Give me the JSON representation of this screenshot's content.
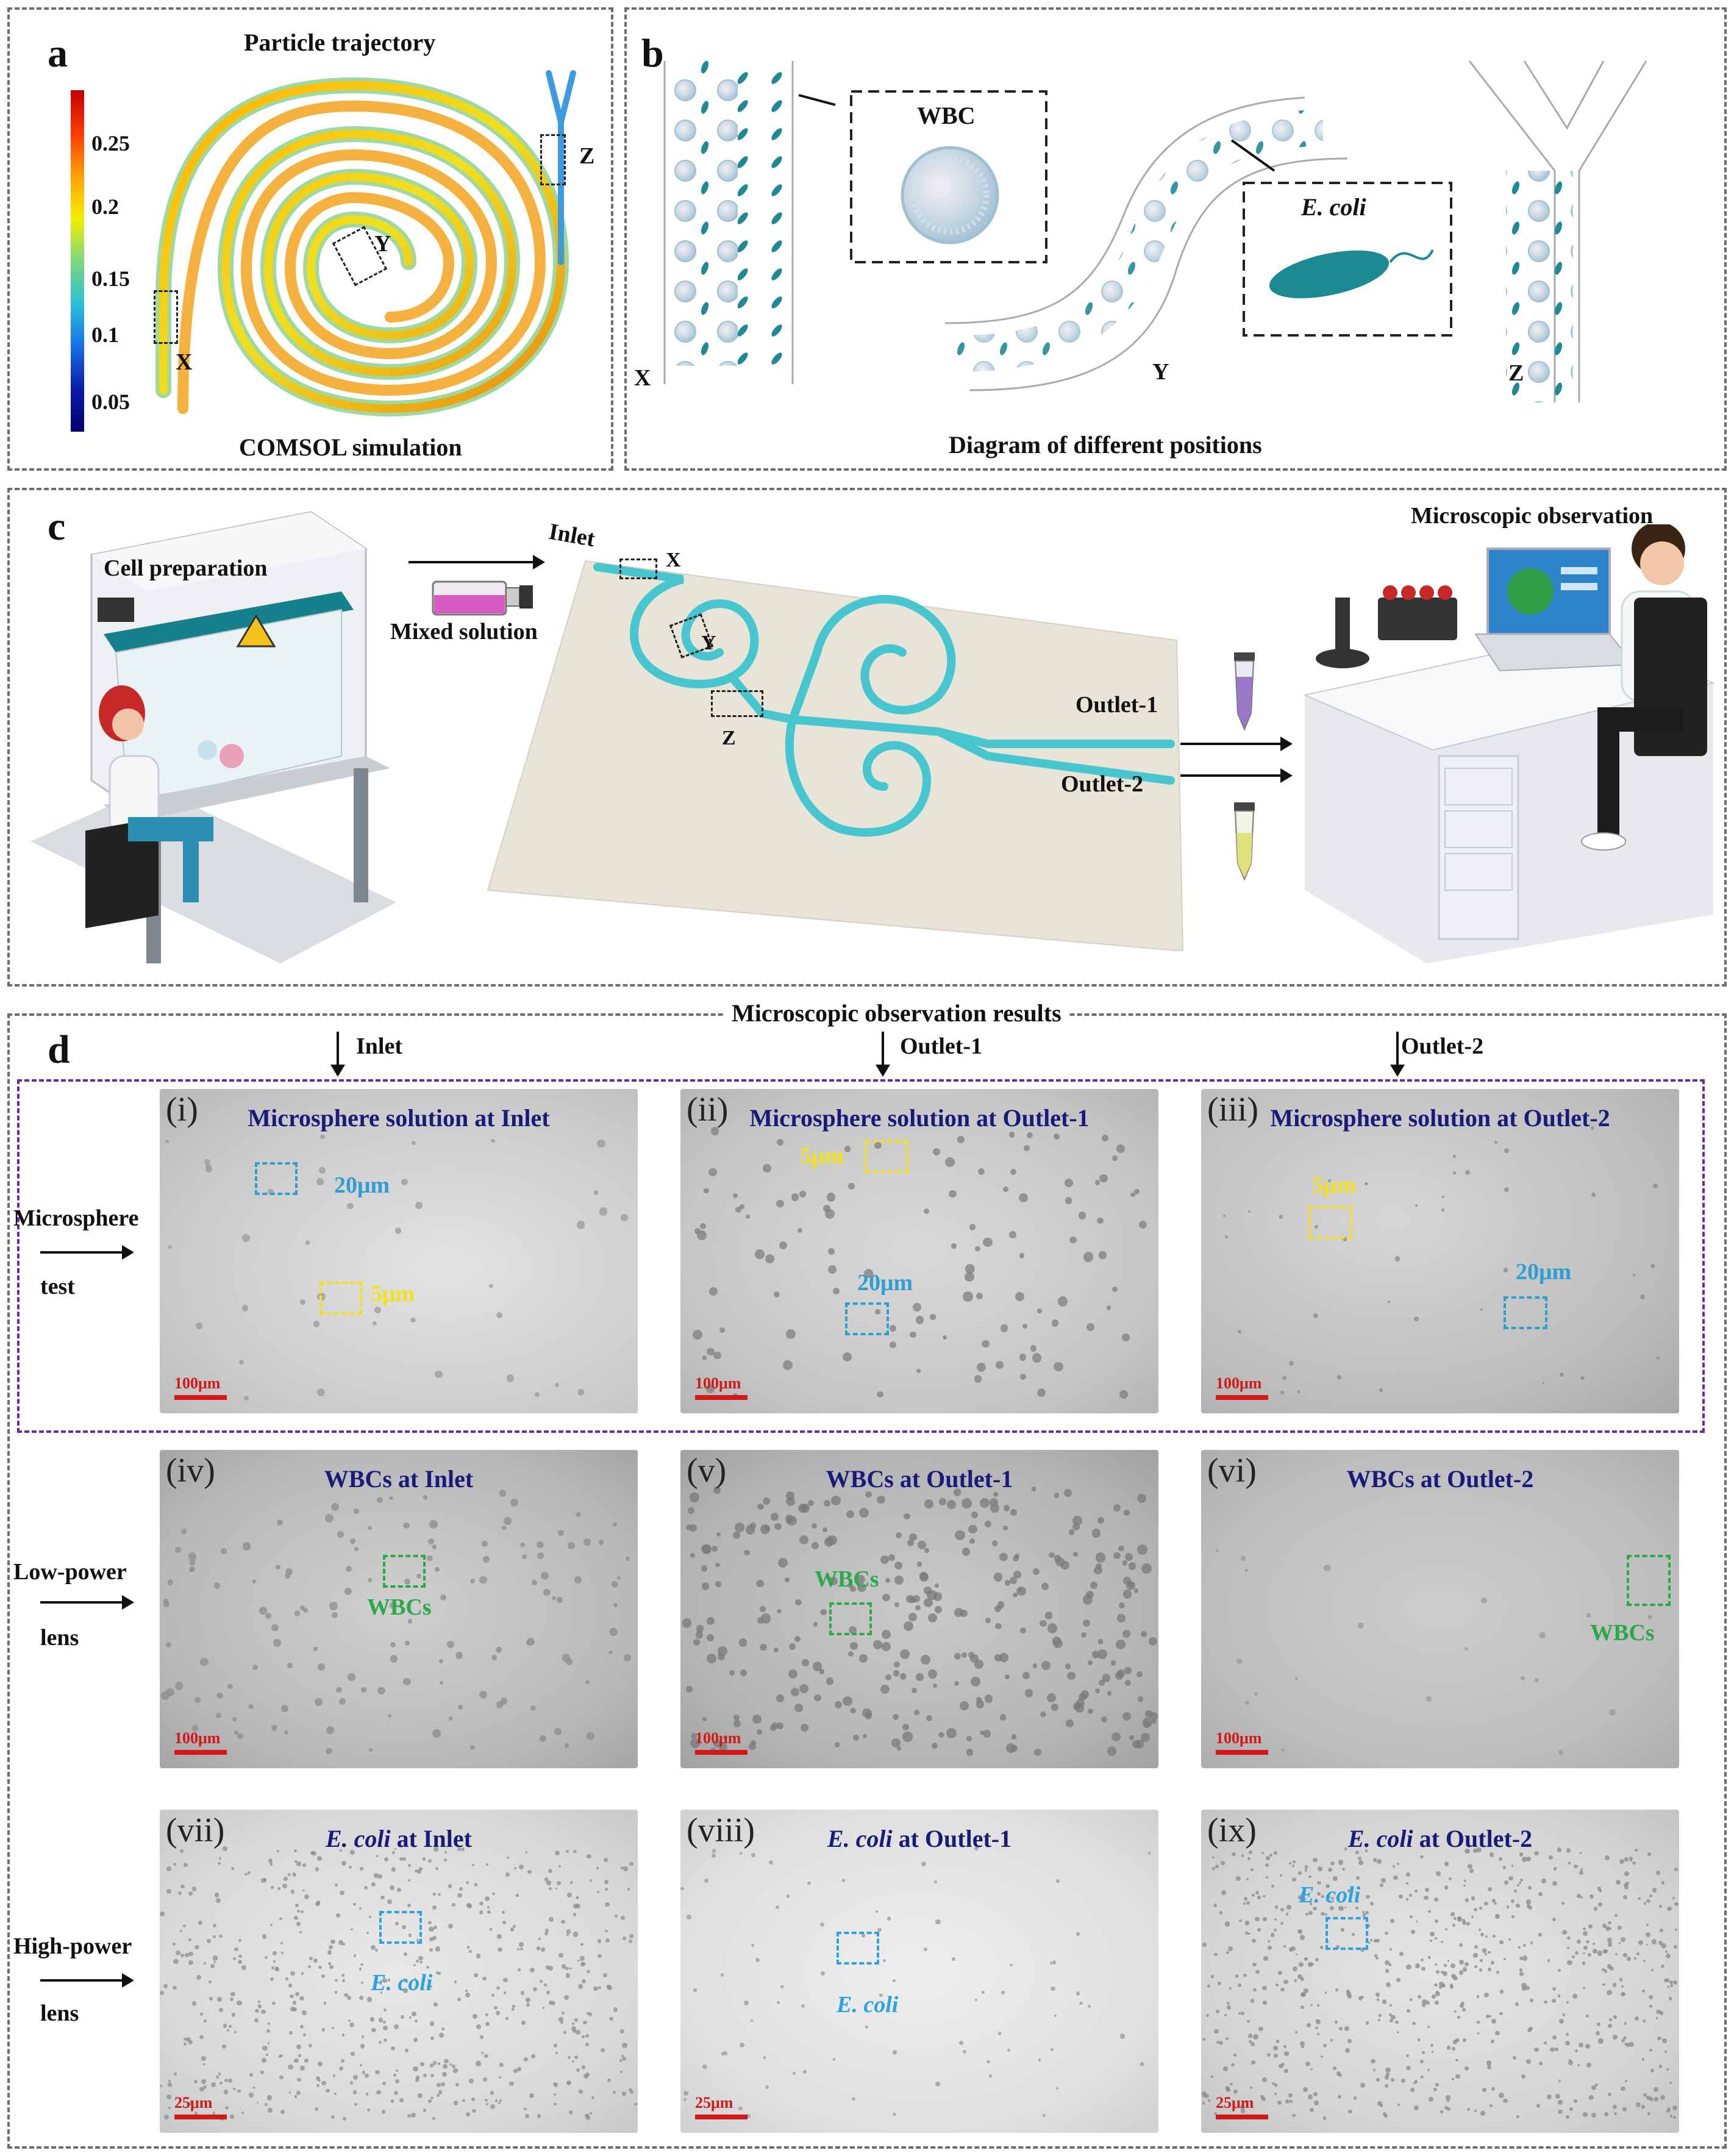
{
  "panel_a": {
    "letter": "a",
    "title": "Particle trajectory",
    "caption": "COMSOL simulation",
    "colorbar_ticks": [
      "0.25",
      "0.2",
      "0.15",
      "0.1",
      "0.05"
    ],
    "markers": [
      "X",
      "Y",
      "Z"
    ]
  },
  "panel_b": {
    "letter": "b",
    "wbc_label": "WBC",
    "ecoli_label": "E. coli",
    "positions": [
      "X",
      "Y",
      "Z"
    ],
    "caption": "Diagram of different positions"
  },
  "panel_c": {
    "letter": "c",
    "cell_prep": "Cell preparation",
    "mixed_solution": "Mixed solution",
    "inlet": "Inlet",
    "markers": [
      "X",
      "Y",
      "Z"
    ],
    "outlet1": "Outlet-1",
    "outlet2": "Outlet-2",
    "micro_obs": "Microscopic observation"
  },
  "panel_d": {
    "letter": "d",
    "title": "Microscopic observation results",
    "columns": [
      "Inlet",
      "Outlet-1",
      "Outlet-2"
    ],
    "rows": [
      {
        "line1": "Microsphere",
        "line2": "test"
      },
      {
        "line1": "Low-power",
        "line2": "lens"
      },
      {
        "line1": "High-power",
        "line2": "lens"
      }
    ],
    "images": [
      {
        "label": "(i)",
        "title": "Microsphere solution at Inlet",
        "scale": "100μm",
        "rois": [
          "20μm",
          "5μm"
        ]
      },
      {
        "label": "(ii)",
        "title": "Microsphere solution at Outlet-1",
        "scale": "100μm",
        "rois": [
          "5μm",
          "20μm"
        ]
      },
      {
        "label": "(iii)",
        "title": "Microsphere solution at Outlet-2",
        "scale": "100μm",
        "rois": [
          "5μm",
          "20μm"
        ]
      },
      {
        "label": "(iv)",
        "title": "WBCs at Inlet",
        "scale": "100μm",
        "rois": [
          "WBCs"
        ]
      },
      {
        "label": "(v)",
        "title": "WBCs at Outlet-1",
        "scale": "100μm",
        "rois": [
          "WBCs"
        ]
      },
      {
        "label": "(vi)",
        "title": "WBCs at Outlet-2",
        "scale": "100μm",
        "rois": [
          "WBCs"
        ]
      },
      {
        "label": "(vii)",
        "title_italic": "E. coli",
        "title_rest": " at Inlet",
        "scale": "25μm",
        "rois": [
          "E. coli"
        ]
      },
      {
        "label": "(viii)",
        "title_italic": "E. coli",
        "title_rest": " at Outlet-1",
        "scale": "25μm",
        "rois": [
          "E. coli"
        ]
      },
      {
        "label": "(ix)",
        "title_italic": "E. coli",
        "title_rest": " at Outlet-2",
        "scale": "25μm",
        "rois": [
          "E. coli"
        ]
      }
    ]
  },
  "colors": {
    "channel": "#47c6cf",
    "title_blue": "#1a1a7a",
    "roi_blue": "#2f9fd1",
    "roi_yellow": "#f2e21a",
    "roi_green": "#2aa84a",
    "scale_red": "#d31818",
    "ecoli_label": "#2aa3e0"
  }
}
